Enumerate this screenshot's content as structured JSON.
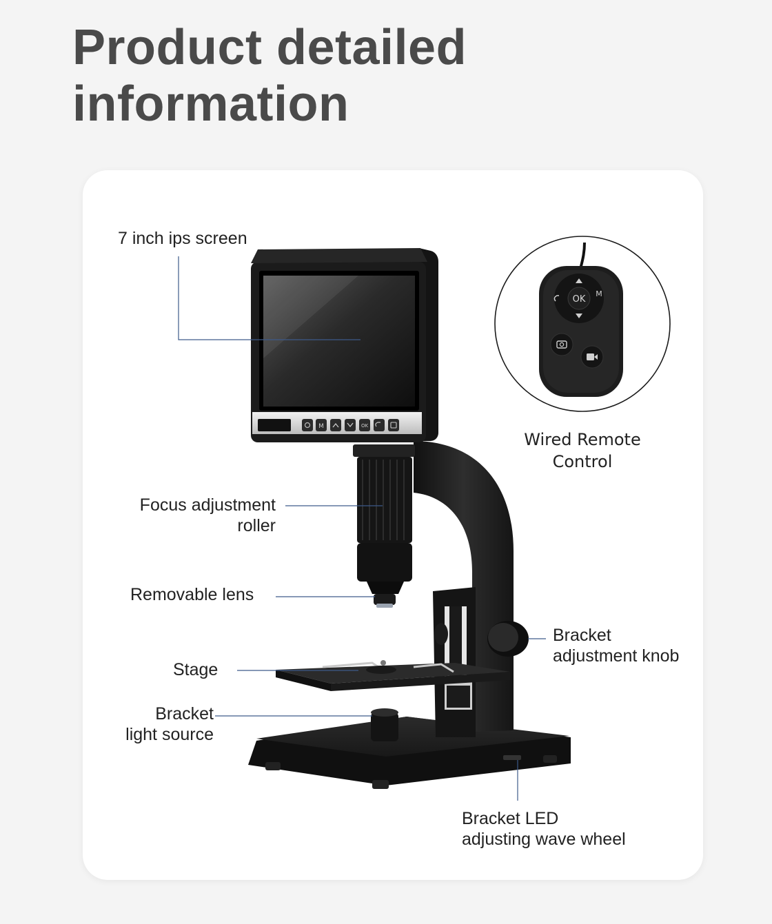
{
  "heading": {
    "line1": "Product detailed",
    "line2": "information"
  },
  "labels": {
    "screen": "7 inch ips screen",
    "focus_line1": "Focus adjustment",
    "focus_line2": "roller",
    "lens": "Removable lens",
    "stage": "Stage",
    "light_line1": "Bracket",
    "light_line2": "light source",
    "knob_line1": "Bracket",
    "knob_line2": "adjustment knob",
    "led_line1": "Bracket LED",
    "led_line2": "adjusting wave wheel",
    "remote_line1": "Wired Remote",
    "remote_line2": "Control"
  },
  "remote_buttons": {
    "ok": "OK",
    "menu": "M"
  },
  "screen_buttons": {
    "menu": "M",
    "ok": "OK"
  },
  "colors": {
    "leader_line": "#3d5a8a",
    "device_body": "#1c1c1c",
    "background": "#f4f4f4",
    "card": "#ffffff"
  }
}
